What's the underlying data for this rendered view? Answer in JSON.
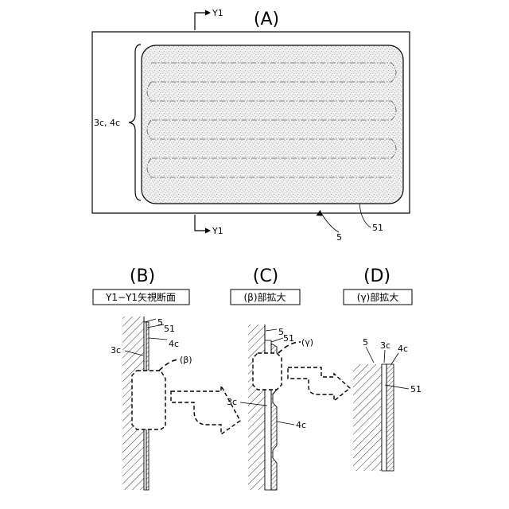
{
  "panel_a": {
    "title": "(A)",
    "section_top": "Y1",
    "section_bottom": "Y1",
    "brace_label": "3c, 4c",
    "ref_5": "5",
    "ref_51": "51"
  },
  "panel_b": {
    "title": "(B)",
    "caption": "Y1−Y1矢視断面",
    "ref_5": "5",
    "ref_51": "51",
    "ref_4c": "4c",
    "ref_3c": "3c",
    "ref_beta": "(β)"
  },
  "panel_c": {
    "title": "(C)",
    "caption": "(β)部拡大",
    "ref_5": "5",
    "ref_51": "51",
    "ref_gamma": "(γ)",
    "ref_3c": "3c",
    "ref_4c": "4c"
  },
  "panel_d": {
    "title": "(D)",
    "caption": "(γ)部拡大",
    "ref_5": "5",
    "ref_3c": "3c",
    "ref_4c": "4c",
    "ref_51": "51"
  }
}
